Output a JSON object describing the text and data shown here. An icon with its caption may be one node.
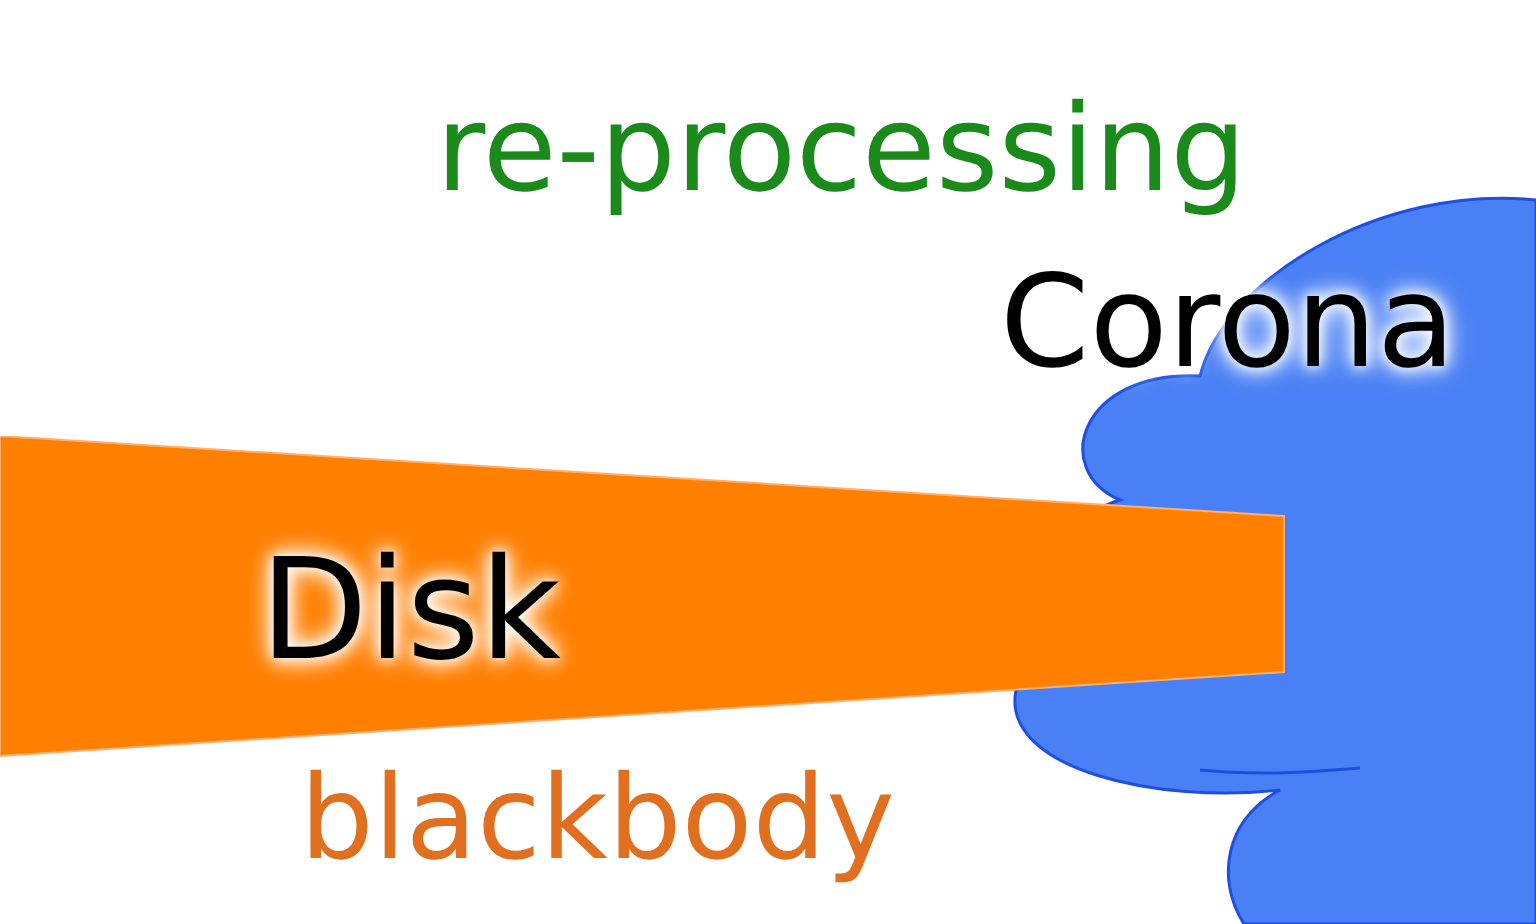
{
  "diagram": {
    "nodes": [
      {
        "text": [
          "Corona"
        ]
      },
      {
        "text": [
          "Disk"
        ]
      }
    ],
    "labels": [
      "re-processing",
      "blackbody"
    ]
  }
}
